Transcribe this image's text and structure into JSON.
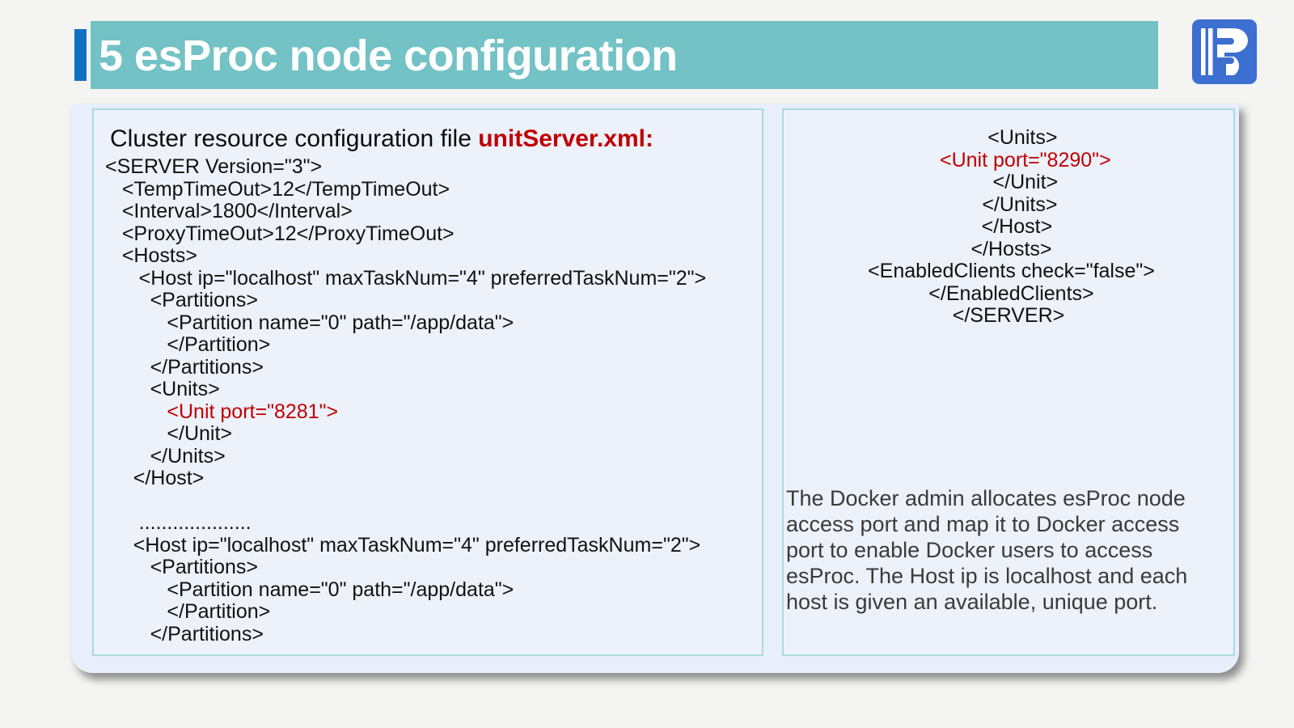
{
  "header": {
    "title": "5 esProc node configuration",
    "accent_color": "#1172c4",
    "band_color": "#72c2c6",
    "logo_name": "raqsoft-logo"
  },
  "left_panel": {
    "headline_prefix": "Cluster resource configuration file ",
    "headline_file": "unitServer.xml:",
    "code_lines": [
      {
        "text": "<SERVER Version=\"3\">",
        "highlight": false
      },
      {
        "text": "   <TempTimeOut>12</TempTimeOut>",
        "highlight": false
      },
      {
        "text": "   <Interval>1800</Interval>",
        "highlight": false
      },
      {
        "text": "   <ProxyTimeOut>12</ProxyTimeOut>",
        "highlight": false
      },
      {
        "text": "   <Hosts>",
        "highlight": false
      },
      {
        "text": "      <Host ip=\"localhost\" maxTaskNum=\"4\" preferredTaskNum=\"2\">",
        "highlight": false
      },
      {
        "text": "        <Partitions>",
        "highlight": false
      },
      {
        "text": "           <Partition name=\"0\" path=\"/app/data\">",
        "highlight": false
      },
      {
        "text": "           </Partition>",
        "highlight": false
      },
      {
        "text": "        </Partitions>",
        "highlight": false
      },
      {
        "text": "        <Units>",
        "highlight": false
      },
      {
        "text": "           <Unit port=\"8281\">",
        "highlight": true
      },
      {
        "text": "           </Unit>",
        "highlight": false
      },
      {
        "text": "        </Units>",
        "highlight": false
      },
      {
        "text": "     </Host>",
        "highlight": false
      },
      {
        "text": "",
        "highlight": false
      },
      {
        "text": "      ....................",
        "highlight": false
      },
      {
        "text": "     <Host ip=\"localhost\" maxTaskNum=\"4\" preferredTaskNum=\"2\">",
        "highlight": false
      },
      {
        "text": "        <Partitions>",
        "highlight": false
      },
      {
        "text": "           <Partition name=\"0\" path=\"/app/data\">",
        "highlight": false
      },
      {
        "text": "           </Partition>",
        "highlight": false
      },
      {
        "text": "        </Partitions>",
        "highlight": false
      }
    ]
  },
  "right_panel": {
    "code_lines": [
      {
        "text": "     <Units>",
        "highlight": false
      },
      {
        "text": "      <Unit port=\"8290\">",
        "highlight": true
      },
      {
        "text": "      </Unit>",
        "highlight": false
      },
      {
        "text": "    </Units>",
        "highlight": false
      },
      {
        "text": "   </Host>",
        "highlight": false
      },
      {
        "text": " </Hosts>",
        "highlight": false
      },
      {
        "text": " <EnabledClients check=\"false\">",
        "highlight": false
      },
      {
        "text": " </EnabledClients>",
        "highlight": false
      },
      {
        "text": "</SERVER>",
        "highlight": false
      }
    ],
    "note": "The Docker admin allocates esProc node access port and map it to Docker access port to enable Docker users to access esProc. The Host ip is localhost and each host is given an available, unique port."
  },
  "colors": {
    "highlight_red": "#c00000",
    "panel_border": "#a8dbdd",
    "panel_bg": "#ecf1fa",
    "card_bg": "#e8eefb",
    "slide_bg": "#f4f4f2"
  }
}
